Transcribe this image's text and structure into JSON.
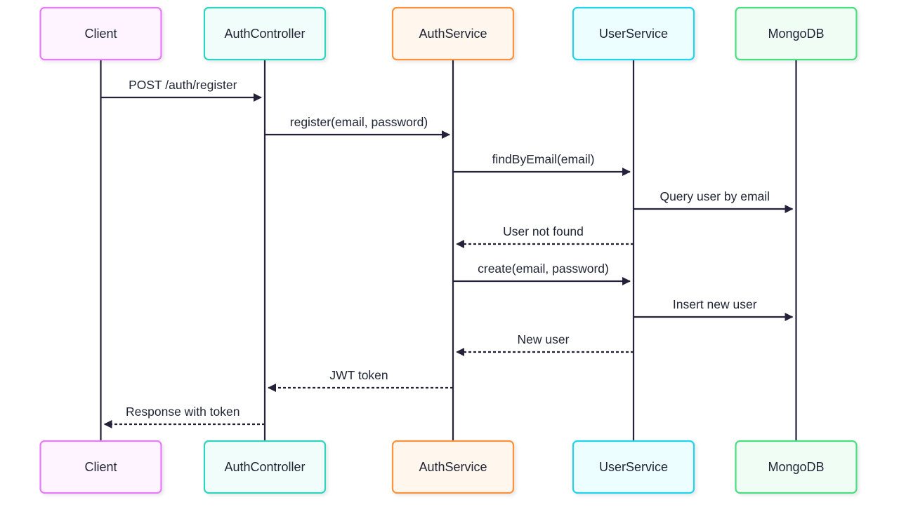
{
  "participants": [
    {
      "id": "client",
      "label": "Client",
      "border": "#e879f9",
      "fill": "#fdf4ff"
    },
    {
      "id": "authcontroller",
      "label": "AuthController",
      "border": "#2dd4bf",
      "fill": "#f0fdfa"
    },
    {
      "id": "authservice",
      "label": "AuthService",
      "border": "#fb923c",
      "fill": "#fff7ed"
    },
    {
      "id": "userservice",
      "label": "UserService",
      "border": "#22d3ee",
      "fill": "#ecfeff"
    },
    {
      "id": "mongodb",
      "label": "MongoDB",
      "border": "#4ade80",
      "fill": "#f0fdf4"
    }
  ],
  "messages": [
    {
      "from": "client",
      "to": "authcontroller",
      "label": "POST /auth/register",
      "style": "solid"
    },
    {
      "from": "authcontroller",
      "to": "authservice",
      "label": "register(email, password)",
      "style": "solid"
    },
    {
      "from": "authservice",
      "to": "userservice",
      "label": "findByEmail(email)",
      "style": "solid"
    },
    {
      "from": "userservice",
      "to": "mongodb",
      "label": "Query user by email",
      "style": "solid"
    },
    {
      "from": "userservice",
      "to": "authservice",
      "label": "User not found",
      "style": "dashed"
    },
    {
      "from": "authservice",
      "to": "userservice",
      "label": "create(email, password)",
      "style": "solid"
    },
    {
      "from": "userservice",
      "to": "mongodb",
      "label": "Insert new user",
      "style": "solid"
    },
    {
      "from": "userservice",
      "to": "authservice",
      "label": "New user",
      "style": "dashed"
    },
    {
      "from": "authservice",
      "to": "authcontroller",
      "label": "JWT token",
      "style": "dashed"
    },
    {
      "from": "authcontroller",
      "to": "client",
      "label": "Response with token",
      "style": "dashed"
    }
  ],
  "colors": {
    "line": "#23223a",
    "text": "#1f2333"
  }
}
